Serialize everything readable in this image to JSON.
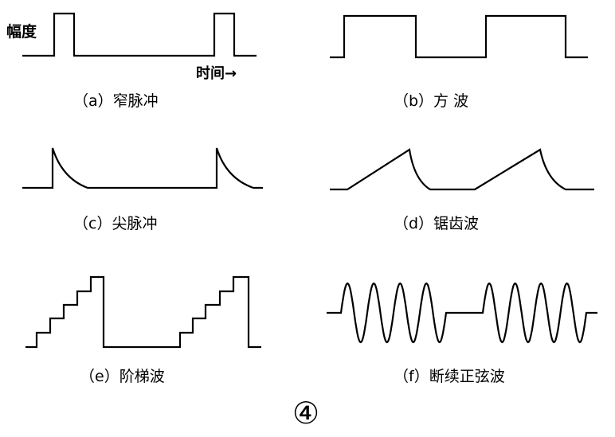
{
  "axis": {
    "y_label": "幅度",
    "x_label": "时间→"
  },
  "waveforms": [
    {
      "id": "a",
      "caption": "（a）窄脉冲"
    },
    {
      "id": "b",
      "caption": "（b）方 波"
    },
    {
      "id": "c",
      "caption": "（c）尖脉冲"
    },
    {
      "id": "d",
      "caption": "（d）锯齿波"
    },
    {
      "id": "e",
      "caption": "（e）阶梯波"
    },
    {
      "id": "f",
      "caption": "（f）断续正弦波"
    }
  ],
  "figure_number": "④",
  "colors": {
    "stroke": "#000000",
    "background": "#ffffff"
  }
}
